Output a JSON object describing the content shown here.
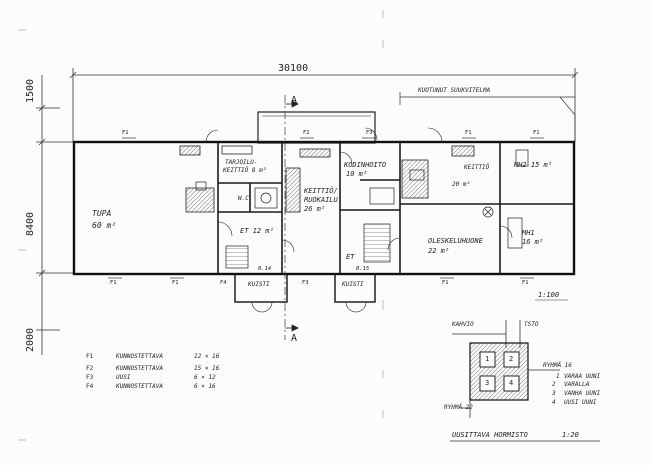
{
  "dimensions": {
    "overall_width": "30100",
    "depth_top": "1500",
    "depth_main": "8400",
    "depth_bottom": "2000",
    "scale": "1:100",
    "scale_detail": "1:20"
  },
  "annotations": {
    "roof_note": "KUOTUNUT SUUKVITELMA",
    "section_a_top": "A",
    "section_a_bottom": "A"
  },
  "rooms": {
    "tupa": "TUPA",
    "tupa_area": "60 m²",
    "tarjoilu": "TARJOILU-",
    "tarjoilu2": "KEITTIÖ 8 m²",
    "wc": "W.C",
    "et1": "ET 12 m²",
    "keittio_ruokailu": "KEITTIÖ/",
    "keittio_ruokailu2": "RUOKAILU",
    "keittio_area": "26 m²",
    "kodinhoito": "KODINHOITO",
    "kodinhoito_area": "10 m²",
    "keittio2": "KEITTIÖ",
    "keittio2_area": "20 m²",
    "mh2": "MH2 15 m²",
    "mh1": "MH1",
    "mh1_area": "16 m²",
    "oleskelu": "OLESKELUHUONE",
    "oleskelu_area": "22 m²",
    "et2": "ET",
    "kuisti1": "KUISTI",
    "kuisti2": "KUISTI",
    "door_mark_1": "0.14",
    "door_mark_2": "0.15"
  },
  "window_marks": [
    "F1",
    "F2",
    "F3",
    "F4"
  ],
  "legend": [
    {
      "code": "F1",
      "desc": "KUNNOSTETTAVA",
      "size": "12 × 16"
    },
    {
      "code": "F2",
      "desc": "KUNNOSTETTAVA",
      "size": "15 × 16"
    },
    {
      "code": "F3",
      "desc": "UUSI",
      "size": "6 × 12"
    },
    {
      "code": "F4",
      "desc": "KUNNOSTETTAVA",
      "size": "6 × 16"
    }
  ],
  "stove_detail": {
    "label_left": "KAHVIO",
    "label_right": "TSTO",
    "group_right": "RYHMÄ 16",
    "group_bottom": "RYHMÄ 22",
    "cells": [
      "1",
      "2",
      "3",
      "4"
    ],
    "items": [
      {
        "num": "1",
        "text": "VARAA UUNI"
      },
      {
        "num": "2",
        "text": "VARALLA"
      },
      {
        "num": "3",
        "text": "VANHA UUNI"
      },
      {
        "num": "4",
        "text": "UUSI UUNI"
      }
    ],
    "caption": "UUSITTAVA  HORMISTO"
  }
}
